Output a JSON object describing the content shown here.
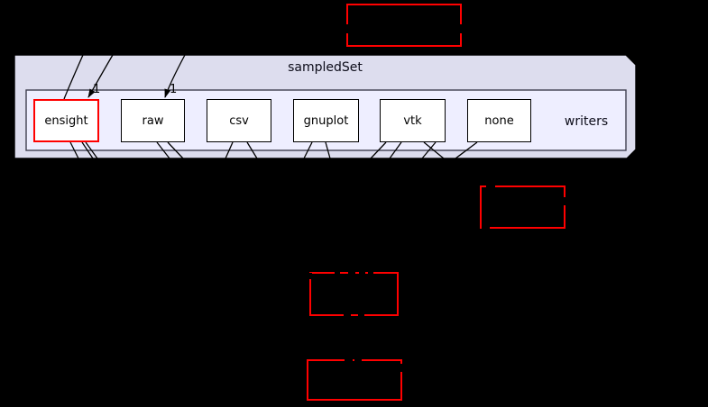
{
  "graph": {
    "outer_cluster_label": "sampledSet",
    "inner_cluster_label": "writers",
    "nodes": [
      {
        "label": "ensight",
        "highlighted": true
      },
      {
        "label": "raw",
        "highlighted": false
      },
      {
        "label": "csv",
        "highlighted": false
      },
      {
        "label": "gnuplot",
        "highlighted": false
      },
      {
        "label": "vtk",
        "highlighted": false
      },
      {
        "label": "none",
        "highlighted": false
      }
    ],
    "edges": [
      {
        "label": "1",
        "target": "ensight"
      },
      {
        "label": "1",
        "target": "raw"
      }
    ],
    "colors": {
      "background": "#000000",
      "outer_cluster_fill": "#ddddee",
      "outer_cluster_border": "#000000",
      "inner_cluster_fill": "#eeeeff",
      "inner_cluster_border": "#404050",
      "node_fill": "#ffffff",
      "node_border": "#000000",
      "highlight_border": "#ff0000",
      "edge_color": "#000000"
    }
  }
}
